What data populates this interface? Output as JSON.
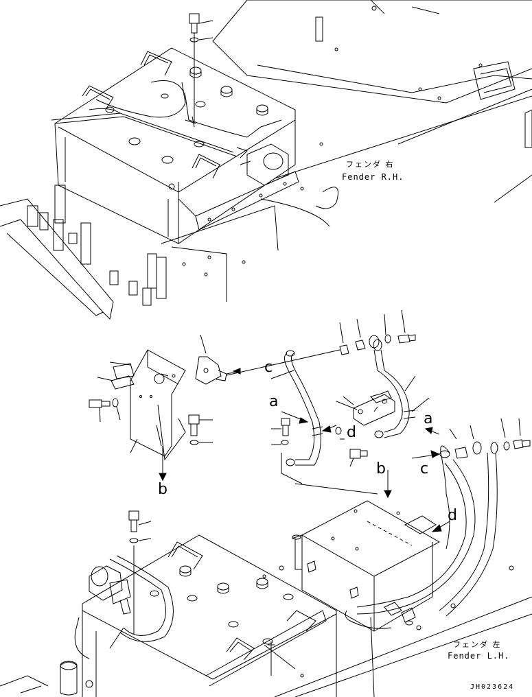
{
  "labels": {
    "fender_rh_jp": "フェンダ 右",
    "fender_rh_en": "Fender R.H.",
    "fender_lh_jp": "フェンダ 左",
    "fender_lh_en": "Fender L.H."
  },
  "refs": {
    "c_top": "c",
    "a_left": "a",
    "d_mid": "d",
    "a_right": "a",
    "c_right": "c",
    "b_left": "b",
    "b_right": "b",
    "d_right": "d"
  },
  "drawing_code": "JH023624"
}
